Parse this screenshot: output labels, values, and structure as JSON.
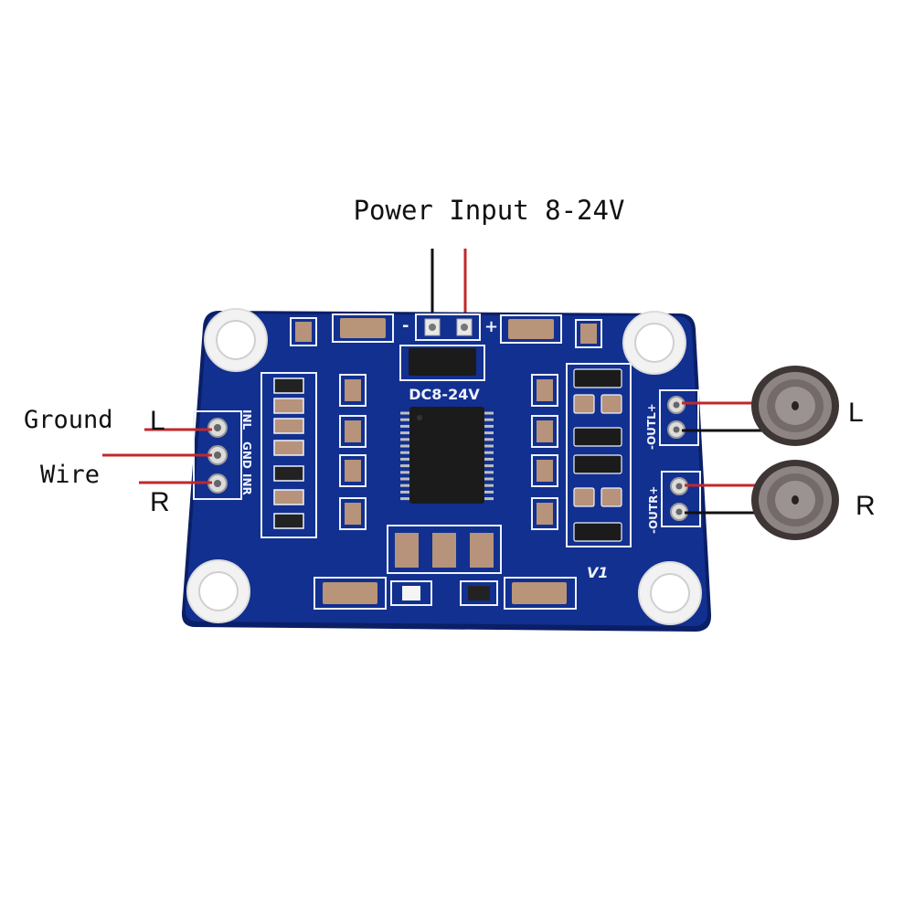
{
  "annotations": {
    "power_input": "Power Input 8-24V",
    "ground_line1": "Ground",
    "ground_line2": "Wire",
    "input_left": "L",
    "input_right": "R",
    "speaker_left": "L",
    "speaker_right": "R"
  },
  "board": {
    "supply_label": "DC8-24V",
    "minus_sign": "-",
    "plus_sign": "+",
    "input_pins": [
      "INL",
      "GND",
      "INR"
    ],
    "out_left": "-OUTL+",
    "out_right": "-OUTR+",
    "version": "V1"
  },
  "colors": {
    "pcb": "#12308f",
    "pcb_dark": "#0b1f66",
    "silkscreen": "#eef2ff",
    "ground_wire": "#111111",
    "signal_wire": "#c0282a",
    "chip": "#1b1b1b"
  }
}
